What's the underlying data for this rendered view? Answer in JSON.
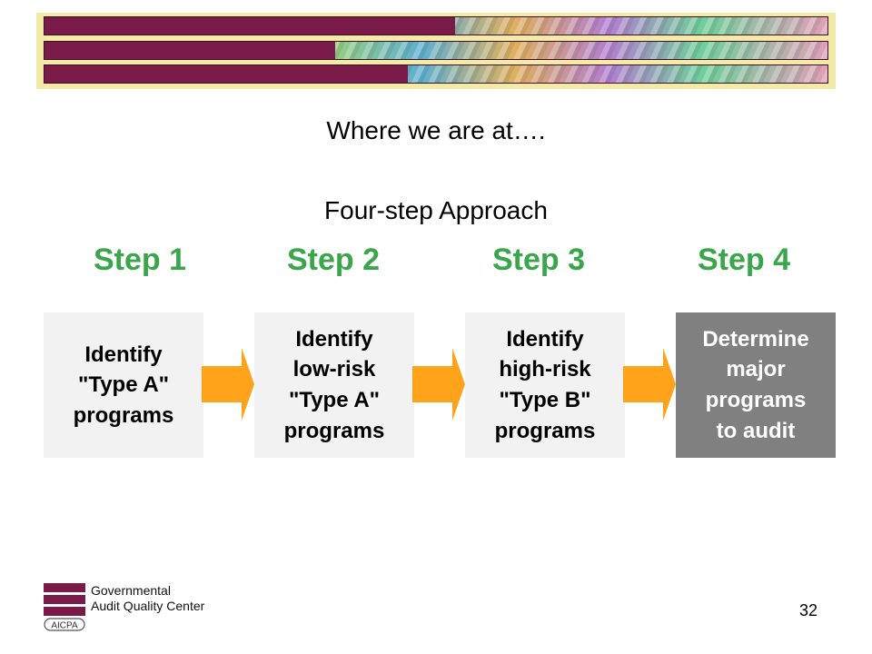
{
  "slide": {
    "title": "Where we are at….",
    "subtitle": "Four-step Approach",
    "page_number": "32"
  },
  "steps": [
    {
      "label": "Step 1",
      "text": "Identify\n\"Type A\"\nprograms"
    },
    {
      "label": "Step 2",
      "text": "Identify\nlow-risk\n\"Type A\"\nprograms"
    },
    {
      "label": "Step 3",
      "text": "Identify\nhigh-risk\n\"Type B\"\nprograms"
    },
    {
      "label": "Step 4",
      "text": "Determine\nmajor\nprograms\nto audit"
    }
  ],
  "logo": {
    "line1": "Governmental",
    "line2": "Audit Quality Center",
    "badge": "AICPA"
  },
  "colors": {
    "step_green": "#3aa64a",
    "arrow_orange": "#ffa31a",
    "banner_maroon": "#7a1a48",
    "step4_box": "#808080"
  }
}
